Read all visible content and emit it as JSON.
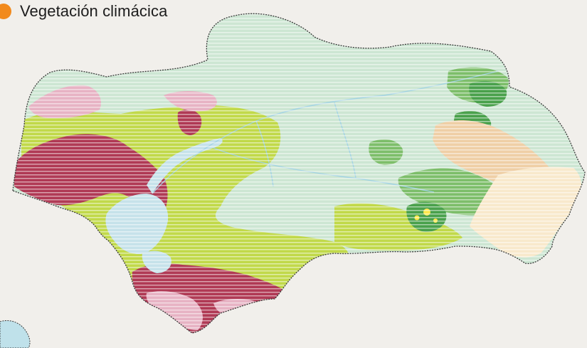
{
  "title": {
    "text": "Vegetación climácica",
    "marker_color": "#f28a1c"
  },
  "map": {
    "region_name_shown": false,
    "land_base_color": "#cde6d3",
    "zones": [
      {
        "id": "meso-green",
        "color": "#c1d94a"
      },
      {
        "id": "thermo-red",
        "color": "#b03a55"
      },
      {
        "id": "pink",
        "color": "#e7b3c4"
      },
      {
        "id": "wetland-blue",
        "color": "#c6e2ea"
      },
      {
        "id": "supra-green",
        "color": "#7dbe6a"
      },
      {
        "id": "oro-green",
        "color": "#4aa14c"
      },
      {
        "id": "beige",
        "color": "#efcfa6"
      },
      {
        "id": "cream",
        "color": "#f8e9cc"
      },
      {
        "id": "yellow",
        "color": "#ffe84d"
      }
    ]
  }
}
